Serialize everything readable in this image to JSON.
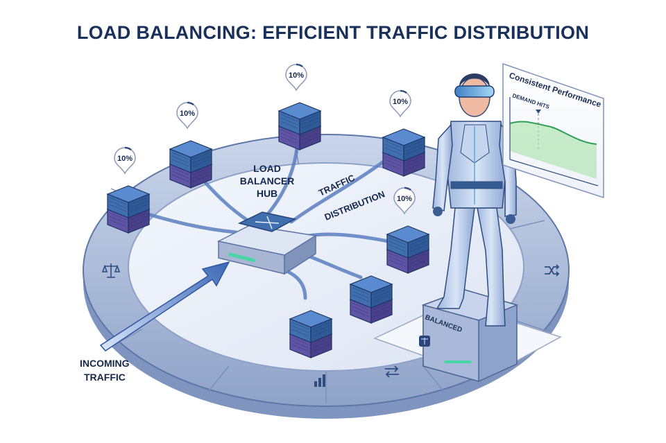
{
  "title": "LOAD BALANCING: EFFICIENT TRAFFIC DISTRIBUTION",
  "hub": {
    "line1": "LOAD",
    "line2": "BALANCER",
    "line3": "HUB"
  },
  "distribution": {
    "line1": "TRAFFIC",
    "line2": "DISTRIBUTION"
  },
  "incoming": {
    "line1": "INCOMING",
    "line2": "TRAFFIC"
  },
  "panel": {
    "title": "Consistent Performance",
    "annotation": "DEMAND HITS"
  },
  "pedestal": {
    "label": "BALANCED"
  },
  "servers": [
    {
      "id": "s1",
      "load": "10%"
    },
    {
      "id": "s2",
      "load": "10%"
    },
    {
      "id": "s3",
      "load": "10%"
    },
    {
      "id": "s4",
      "load": "10%"
    },
    {
      "id": "s5",
      "load": "10%"
    }
  ],
  "icons": [
    "balance-scale-icon",
    "shuffle-icon",
    "bar-chart-icon",
    "exchange-arrows-icon"
  ],
  "colors": {
    "title": "#18305a",
    "platform": "#a9b9d8",
    "server_top": "#3f6fae",
    "server_bottom": "#5a4f9c",
    "accent": "#49d6a6",
    "chart_line": "#2f9e54"
  }
}
